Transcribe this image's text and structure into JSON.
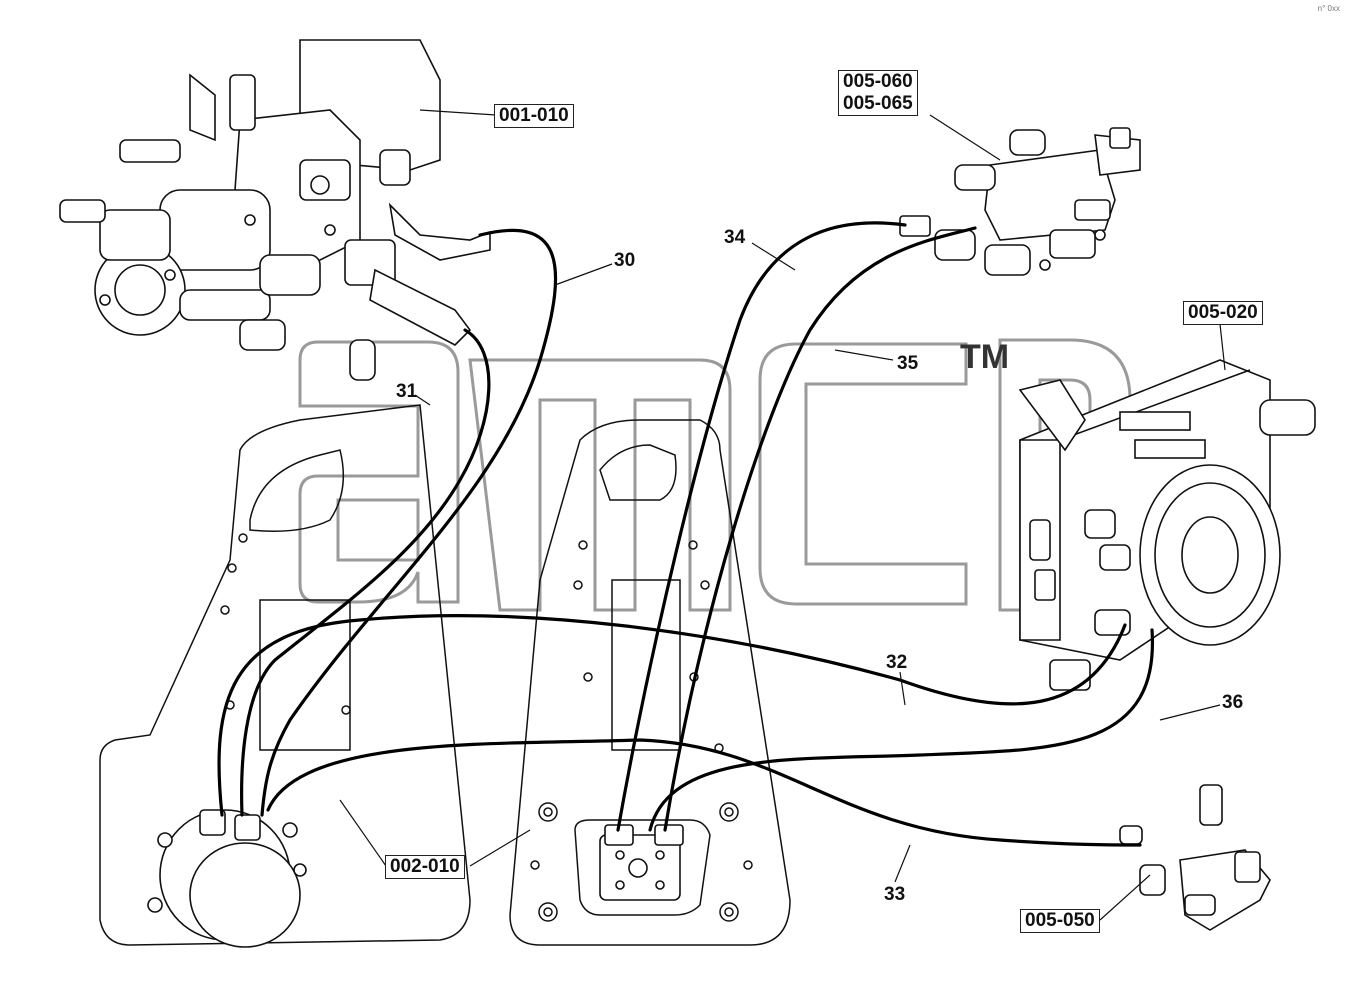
{
  "diagram": {
    "reference_boxes": [
      {
        "id": "box-001-010",
        "lines": [
          "001-010"
        ]
      },
      {
        "id": "box-005-060",
        "lines": [
          "005-060",
          "005-065"
        ]
      },
      {
        "id": "box-005-020",
        "lines": [
          "005-020"
        ]
      },
      {
        "id": "box-002-010",
        "lines": [
          "002-010"
        ]
      },
      {
        "id": "box-005-050",
        "lines": [
          "005-050"
        ]
      }
    ],
    "hose_callouts": [
      "30",
      "31",
      "34",
      "35",
      "32",
      "36",
      "33"
    ],
    "watermark": {
      "trademark": "TM"
    },
    "corner_mark": "n° 0xx"
  },
  "colors": {
    "line": "#111111",
    "hose": "#000000",
    "watermark": "#9a9a9a",
    "background": "#ffffff"
  }
}
